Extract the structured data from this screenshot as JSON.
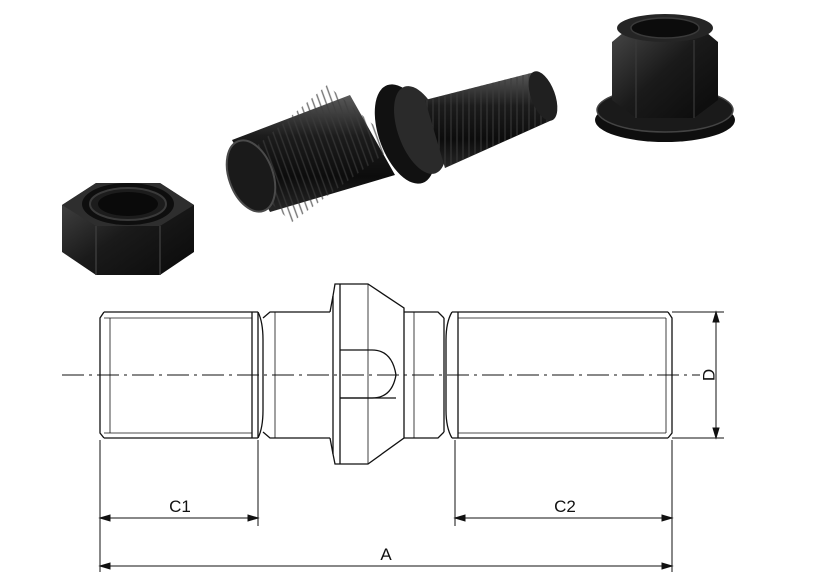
{
  "labels": {
    "c1": "C1",
    "c2": "C2",
    "a": "A",
    "d": "D"
  },
  "colors": {
    "part_dark": "#141414",
    "part_mid": "#2b2b2b",
    "part_highlight": "#8a8a8a",
    "line": "#111111"
  }
}
